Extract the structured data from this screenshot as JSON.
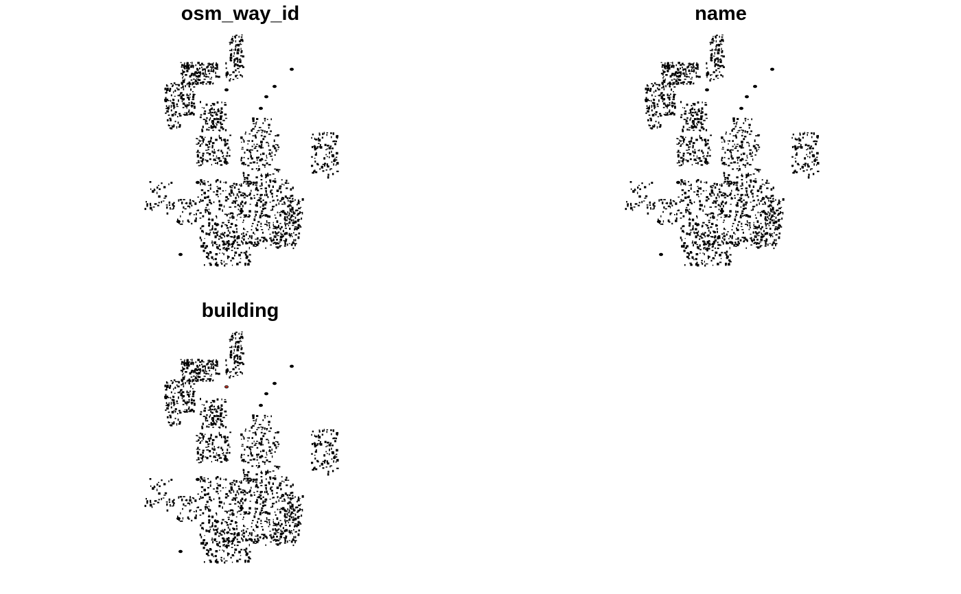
{
  "figure": {
    "panels": [
      {
        "title": "osm_way_id"
      },
      {
        "title": "name"
      },
      {
        "title": "building"
      }
    ],
    "colors": {
      "building_fill": "#000000",
      "building_highlight": "#c0392b",
      "background": "#ffffff"
    }
  }
}
